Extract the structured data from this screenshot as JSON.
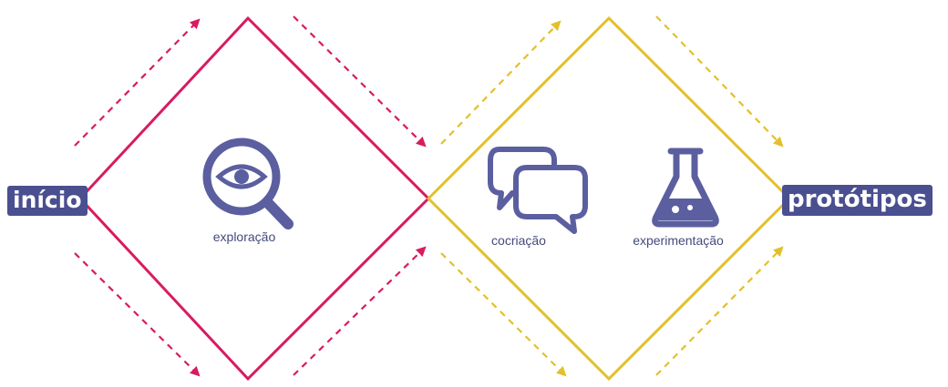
{
  "colors": {
    "magenta": "#d81b60",
    "yellow": "#e3c02a",
    "indigo": "#4a4f8f",
    "icon": "#5b5fa0"
  },
  "start_label": "início",
  "end_label": "protótipos",
  "phases": [
    {
      "label": "exploração",
      "icon": "eye-magnifier-icon"
    },
    {
      "label": "cocriação",
      "icon": "chat-bubbles-icon"
    },
    {
      "label": "experimentação",
      "icon": "flask-icon"
    }
  ]
}
